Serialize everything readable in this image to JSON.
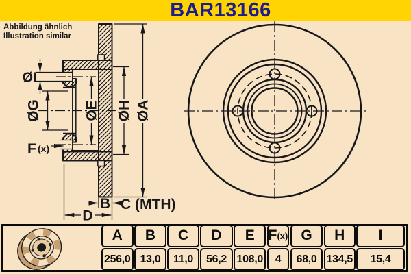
{
  "title": "BAR13166",
  "note": {
    "line1": "Abbildung ähnlich",
    "line2": "Illustration similar"
  },
  "drawing": {
    "labels": {
      "oI": "ØI",
      "oG": "ØG",
      "oE": "ØE",
      "oH": "ØH",
      "oA": "ØA",
      "f": "F",
      "f_sub": "(x)",
      "b": "B",
      "c": "C (MTH)",
      "d": "D"
    }
  },
  "table": {
    "columns": [
      {
        "label": "A",
        "value": "256,0"
      },
      {
        "label": "B",
        "value": "13,0"
      },
      {
        "label": "C",
        "value": "11,0"
      },
      {
        "label": "D",
        "value": "56,2"
      },
      {
        "label": "E",
        "value": "108,0"
      },
      {
        "label": "F",
        "label_sub": "(x)",
        "value": "4"
      },
      {
        "label": "G",
        "value": "68,0"
      },
      {
        "label": "H",
        "value": "134,5"
      },
      {
        "label": "I",
        "value": "15,4"
      }
    ]
  },
  "colors": {
    "background": "#f8e3c4",
    "banner_yellow": "#ffd400",
    "title_navy": "#1d1d8f",
    "line_dark": "#18181c"
  },
  "icons": {
    "bottom_left": "brake-disc-icon"
  }
}
